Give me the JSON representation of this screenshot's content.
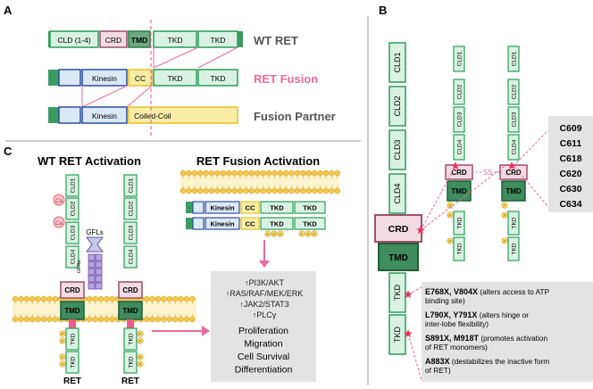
{
  "panels": {
    "a": "A",
    "b": "B",
    "c": "C"
  },
  "panel_a": {
    "wt": {
      "cld": "CLD (1-4)",
      "crd": "CRD",
      "tmd": "TMD",
      "tkd1": "TKD",
      "tkd2": "TKD",
      "label": "WT RET"
    },
    "fusion": {
      "kinesin": "Kinesin",
      "cc": "CC",
      "tkd1": "TKD",
      "tkd2": "TKD",
      "label": "RET Fusion"
    },
    "partner": {
      "kinesin": "Kinesin",
      "coiled": "Coiled-Coil",
      "label": "Fusion Partner"
    }
  },
  "panel_c": {
    "wt_title": "WT RET Activation",
    "fusion_title": "RET Fusion Activation",
    "cld": [
      "CLD1",
      "CLD2",
      "CLD3",
      "CLD4"
    ],
    "ca": "Ca",
    "gfls": "GFLs",
    "gfra": "GFRα",
    "crd": "CRD",
    "tmd": "TMD",
    "tkd": "TKD",
    "p": "P",
    "ret_left": "RET",
    "ret_right": "RET",
    "fusion_row": {
      "kinesin": "Kinesin",
      "cc": "CC",
      "tkd1": "TKD",
      "tkd2": "TKD"
    },
    "pathways": [
      "PI3K/AKT",
      "RAS/RAF/MEK/ERK",
      "JAK2/STAT3",
      "PLCγ"
    ],
    "outcomes": [
      "Proliferation",
      "Migration",
      "Cell Survival",
      "Differentiation"
    ]
  },
  "panel_b": {
    "big": {
      "cld": [
        "CLD1",
        "CLD2",
        "CLD3",
        "CLD4"
      ],
      "crd": "CRD",
      "tmd": "TMD",
      "tkd1": "TKD",
      "tkd2": "TKD"
    },
    "small": {
      "cld": [
        "CLD1",
        "CLD2",
        "CLD3",
        "CLD4"
      ],
      "crd": "CRD",
      "tmd": "TMD",
      "tkd": "TKD",
      "p": "P"
    },
    "ss": "SS",
    "cysteines": [
      "C609",
      "C611",
      "C618",
      "C620",
      "C630",
      "C634"
    ],
    "mutations": [
      {
        "bold": "E768X, V804X",
        "rest": " (alters access to ATP",
        "line2": "binding site)"
      },
      {
        "bold": "L790X, Y791X",
        "rest": " (alters hinge or",
        "line2": "inter-lobe flexibility)"
      },
      {
        "bold": "S891X, M918T",
        "rest": " (promotes activation",
        "line2": "of RET monomers)"
      },
      {
        "bold": "A883X",
        "rest": " (destabilizes the inactive form",
        "line2": "of RET)"
      }
    ]
  },
  "colors": {
    "cld": "#d8f3e3",
    "green_border": "#2e9a5a",
    "crd": "#f4dbe3",
    "crd_border": "#9a5068",
    "tmd": "#3f8c5e",
    "kinesin_fill": "#dbe9f7",
    "kinesin_border": "#2c4ea0",
    "cc": "#fbeda6",
    "cc_border": "#e3c029",
    "pink": "#e96a9c",
    "title_grey": "#555555",
    "p_fill": "#fbe27a",
    "membrane": "#f2c94c"
  }
}
